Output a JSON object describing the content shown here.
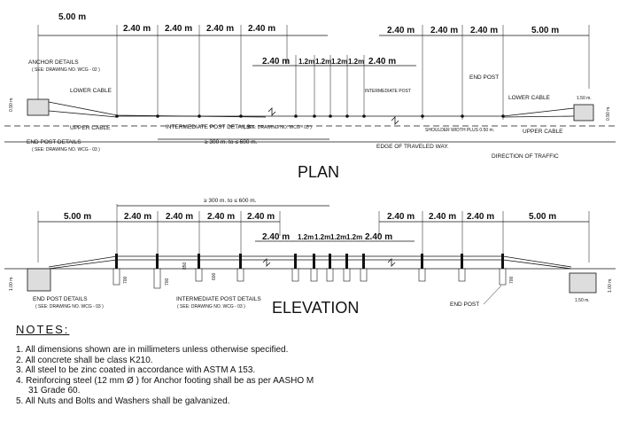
{
  "plan": {
    "title": "PLAN",
    "dims_left_top": [
      "5.00 m",
      "2.40 m",
      "2.40 m",
      "2.40 m",
      "2.40 m"
    ],
    "dims_right_top": [
      "2.40 m",
      "2.40 m",
      "2.40 m",
      "5.00 m"
    ],
    "dims_mid": [
      "2.40 m",
      "1.2m",
      "1.2m",
      "1.2m",
      "1.2m",
      "2.40 m"
    ],
    "anchor_details": "ANCHOR DETAILS",
    "anchor_ref": "( SEE: DRAWING NO. WCG - 02 )",
    "lower_cable_left": "LOWER CABLE",
    "upper_cable_left": "UPPER CABLE",
    "end_post_details": "END POST DETAILS",
    "end_post_ref": "( SEE: DRAWING NO. WCG - 03 )",
    "intermediate_post_details": "INTERMEDIATE POST DETAILS",
    "intermediate_post_ref": "( SEE: DRAWING NO. WCG - 03 )",
    "intermediate_post": "INTERMEDIATE POST",
    "end_post": "END POST",
    "lower_cable_right": "LOWER CABLE",
    "upper_cable_right": "UPPER CABLE",
    "shoulder_width": "SHOULDER  WIDTH  PLUS 0.50 m.",
    "edge_traveled_way": "EDGE OF TRAVELED WAY.",
    "direction_traffic": "DIRECTION OF TRAFFIC",
    "length_range": "≥ 300 m.   to   ≤ 600 m.",
    "dim_090_left": "0.90 m.",
    "dim_090_right": "0.90 m.",
    "dim_150_right": "1.50 m."
  },
  "elevation": {
    "title": "ELEVATION",
    "length_range": "≥ 300 m.   to   ≤ 600 m.",
    "dims_left_top": [
      "5.00 m",
      "2.40 m",
      "2.40 m",
      "2.40 m",
      "2.40 m"
    ],
    "dims_right_top": [
      "2.40 m",
      "2.40 m",
      "2.40 m",
      "5.00 m"
    ],
    "dims_mid": [
      "2.40 m",
      "1.2m",
      "1.2m",
      "1.2m",
      "1.2m",
      "2.40 m"
    ],
    "end_post_details": "END POST DETAILS",
    "end_post_ref": "( SEE: DRAWING NO. WCG - 03 )",
    "intermediate_post_details": "INTERMEDIATE POST DETAILS",
    "intermediate_post_ref": "( SEE: DRAWING NO. WCG - 03 )",
    "end_post": "END POST",
    "dim_100_left": "1.00 m.",
    "dim_100_right": "1.00 m.",
    "dim_150_right": "1.50 m.",
    "post_dims": [
      "700",
      "850",
      "600",
      "700",
      "700"
    ]
  },
  "notes": {
    "heading": "NOTES:",
    "items": [
      "1. All dimensions shown are in millimeters unless otherwise specified.",
      "2. All concrete shall be class K210.",
      "3. All steel to be zinc coated in accordance with ASTM A 153.",
      "4. Reinforcing steel (12 mm Ø ) for Anchor footing shall be as per AASHO M",
      "31 Grade 60.",
      "5. All Nuts and Bolts and Washers shall be galvanized."
    ]
  }
}
